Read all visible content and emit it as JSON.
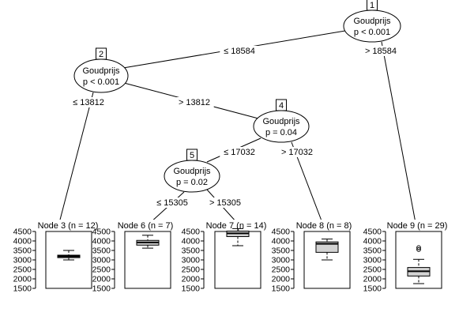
{
  "inner_nodes": [
    {
      "id": "1",
      "variable": "Goudprijs",
      "p_value": "p < 0.001"
    },
    {
      "id": "2",
      "variable": "Goudprijs",
      "p_value": "p < 0.001"
    },
    {
      "id": "4",
      "variable": "Goudprijs",
      "p_value": "p = 0.04"
    },
    {
      "id": "5",
      "variable": "Goudprijs",
      "p_value": "p = 0.02"
    }
  ],
  "splits": [
    {
      "from": "1",
      "to": "2",
      "label": "≤ 18584"
    },
    {
      "from": "1",
      "to": "9",
      "label": "> 18584"
    },
    {
      "from": "2",
      "to": "3",
      "label": "≤ 13812"
    },
    {
      "from": "2",
      "to": "4",
      "label": "> 13812"
    },
    {
      "from": "4",
      "to": "5",
      "label": "≤ 17032"
    },
    {
      "from": "4",
      "to": "8",
      "label": "> 17032"
    },
    {
      "from": "5",
      "to": "6",
      "label": "≤ 15305"
    },
    {
      "from": "5",
      "to": "7",
      "label": "> 15305"
    }
  ],
  "terminal_nodes": [
    {
      "id": "3",
      "label": "Node 3 (n = 12)",
      "box": {
        "whisker_low": 3000,
        "q1": 3120,
        "median": 3190,
        "q3": 3250,
        "whisker_high": 3500,
        "outliers": []
      }
    },
    {
      "id": "6",
      "label": "Node 6 (n = 7)",
      "box": {
        "whisker_low": 3620,
        "q1": 3780,
        "median": 3920,
        "q3": 4030,
        "whisker_high": 4300,
        "outliers": []
      }
    },
    {
      "id": "7",
      "label": "Node 7 (n = 14)",
      "box": {
        "whisker_low": 3750,
        "q1": 4230,
        "median": 4400,
        "q3": 4520,
        "whisker_high": 4650,
        "outliers": []
      }
    },
    {
      "id": "8",
      "label": "Node 8 (n = 8)",
      "box": {
        "whisker_low": 3000,
        "q1": 3400,
        "median": 3850,
        "q3": 3950,
        "whisker_high": 4100,
        "outliers": []
      }
    },
    {
      "id": "9",
      "label": "Node 9 (n = 29)",
      "box": {
        "whisker_low": 1750,
        "q1": 2150,
        "median": 2400,
        "q3": 2600,
        "whisker_high": 3030,
        "outliers": [
          3550,
          3650
        ]
      }
    }
  ],
  "y_axis": {
    "min": 1500,
    "max": 4500,
    "ticks": [
      "4500",
      "4000",
      "3500",
      "3000",
      "2500",
      "2000",
      "1500"
    ]
  },
  "box_fill": "#d3d3d3"
}
